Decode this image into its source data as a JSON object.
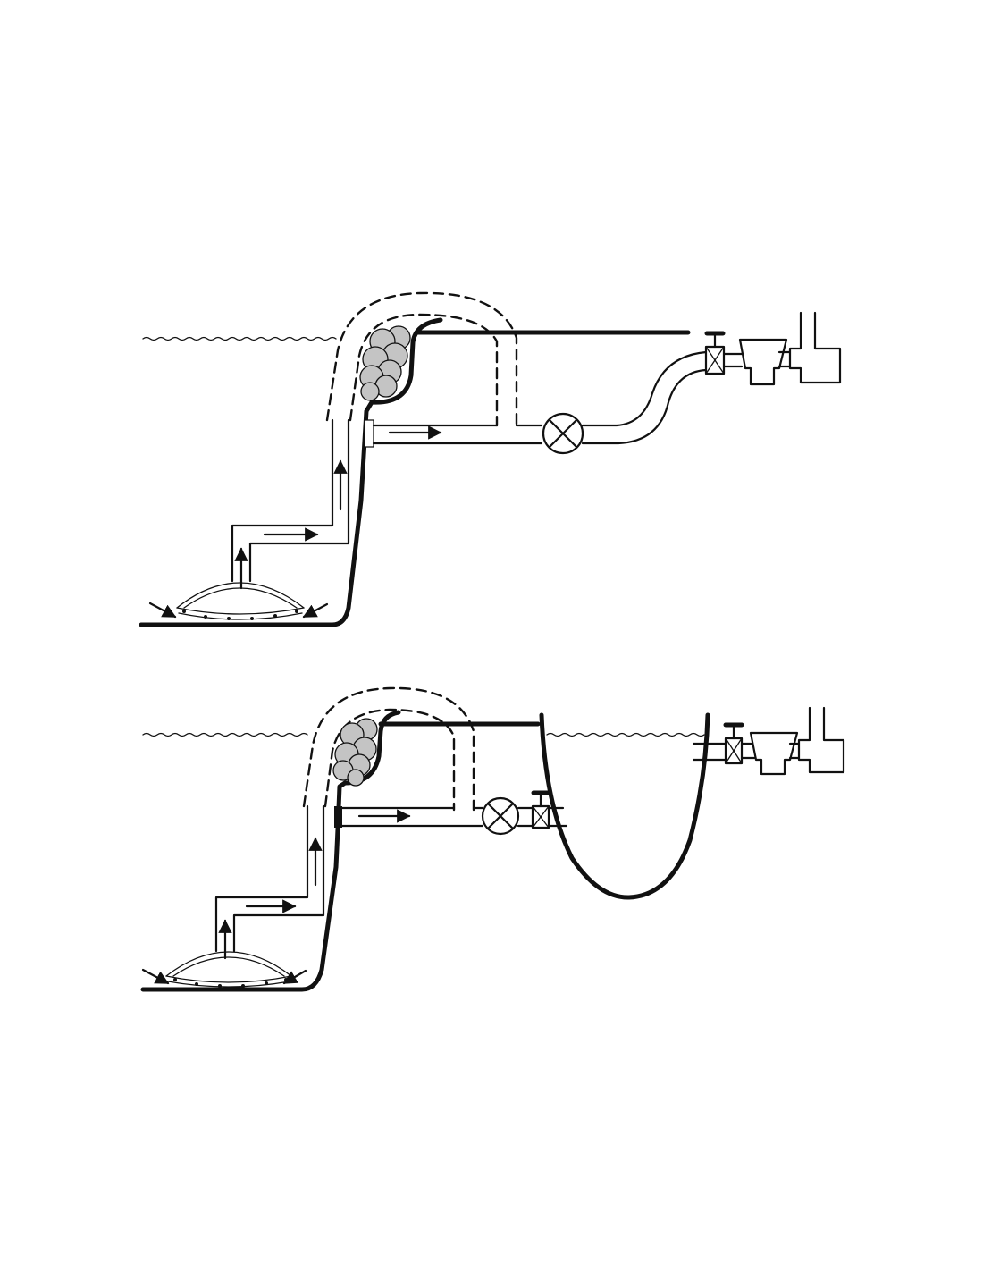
{
  "colors": {
    "ink": "#111111",
    "background": "#ffffff",
    "filter_media": "#c4c4c4"
  },
  "diagrams": [
    {
      "id": "top",
      "parts": [
        "water-surface",
        "ground-profile",
        "suction-dome",
        "intake-pipe",
        "siphon-bypass-dashed",
        "filter-media",
        "outflow-pipe",
        "flow-meter",
        "shutoff-valve",
        "pump-basket",
        "pump"
      ]
    },
    {
      "id": "bottom",
      "parts": [
        "water-surface",
        "ground-profile",
        "suction-dome",
        "intake-pipe",
        "siphon-bypass-dashed",
        "filter-media",
        "outflow-pipe",
        "flow-meter",
        "shutoff-valve",
        "settling-tank",
        "pump-basket",
        "pump"
      ]
    }
  ]
}
